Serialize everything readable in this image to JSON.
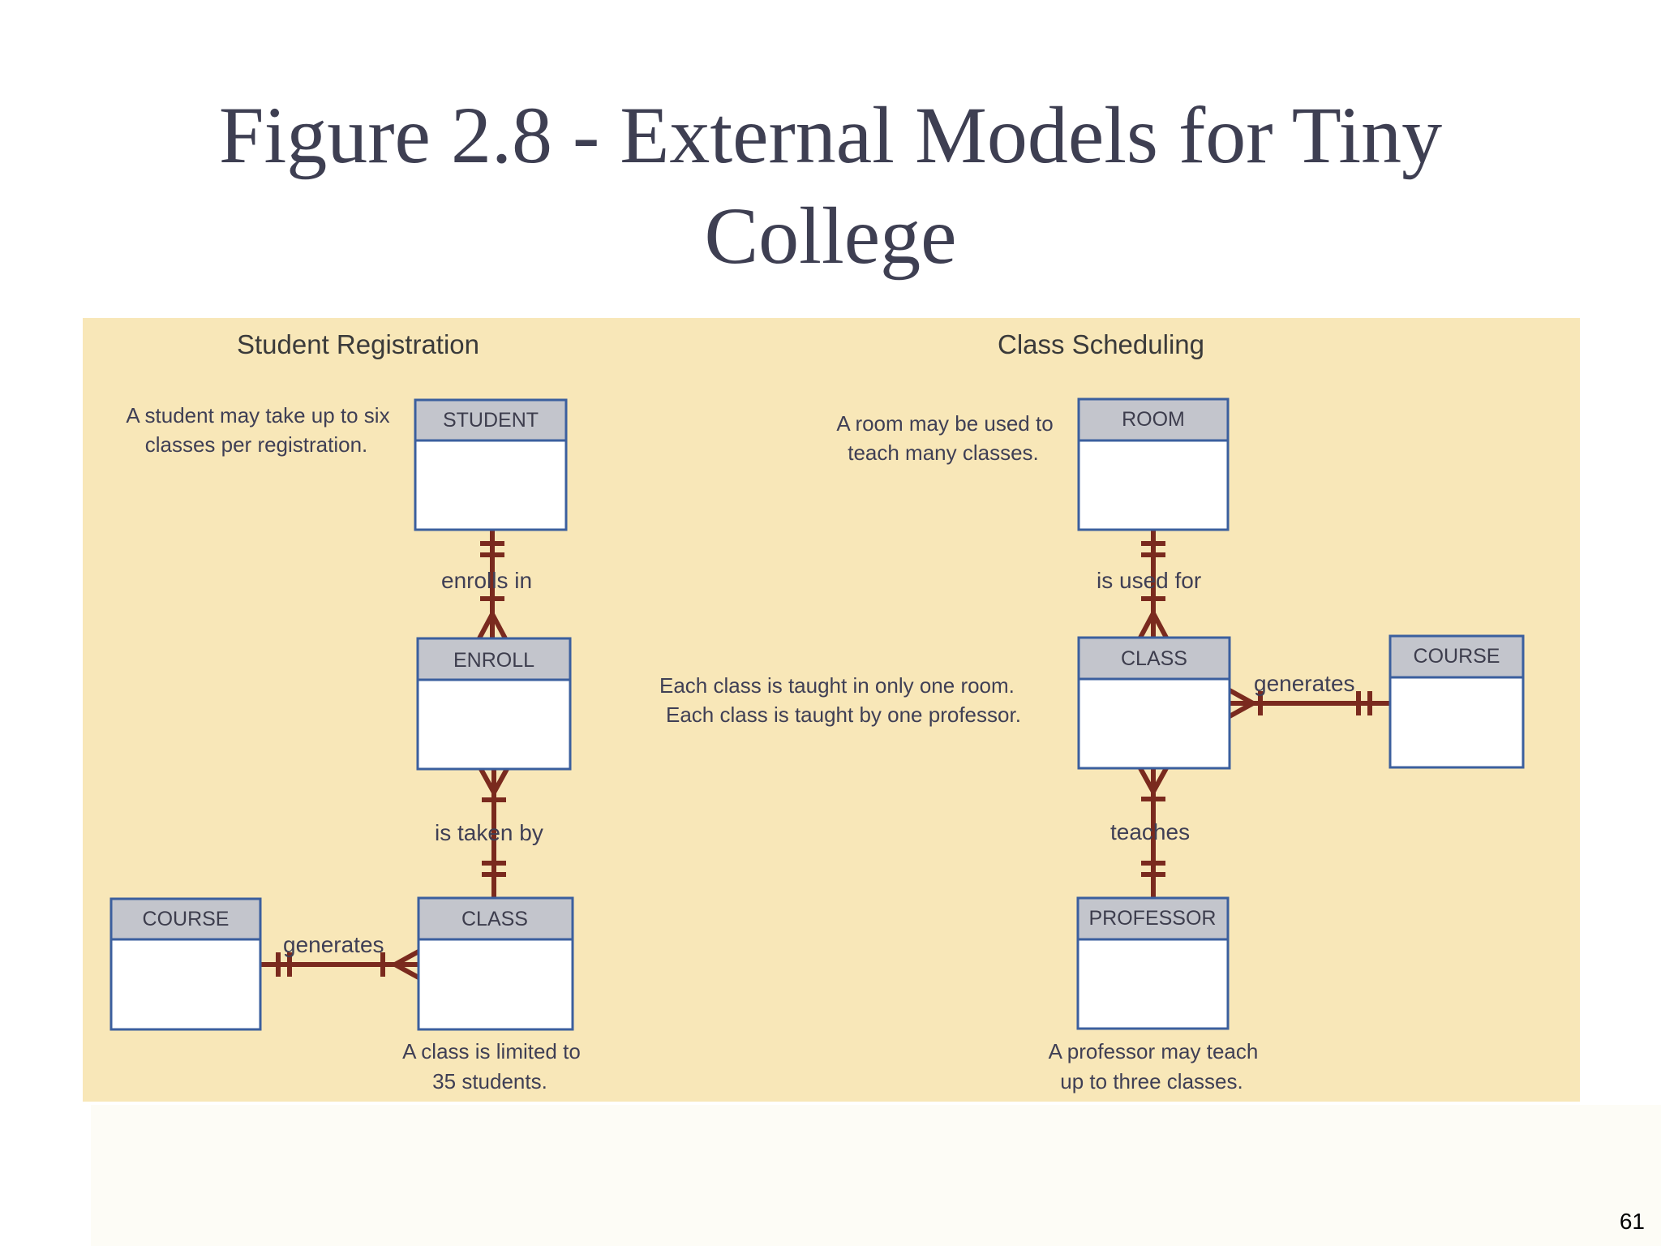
{
  "slide": {
    "title_line1": "Figure 2.8 - External Models for Tiny",
    "title_line2": "College",
    "page_number": "61"
  },
  "diagram": {
    "left_section": {
      "title": "Student Registration",
      "entities": {
        "student": "STUDENT",
        "enroll": "ENROLL",
        "class": "CLASS",
        "course": "COURSE"
      },
      "relationships": {
        "enrolls_in": "enrolls in",
        "is_taken_by": "is taken by",
        "generates": "generates"
      },
      "notes": {
        "student_limit": [
          "A student may take up to six",
          "classes per registration."
        ],
        "class_limit": [
          "A class is limited to",
          "35 students."
        ]
      }
    },
    "right_section": {
      "title": "Class Scheduling",
      "entities": {
        "room": "ROOM",
        "class": "CLASS",
        "course": "COURSE",
        "professor": "PROFESSOR"
      },
      "relationships": {
        "is_used_for": "is used for",
        "teaches": "teaches",
        "generates": "generates"
      },
      "notes": {
        "room_use": [
          "A room may be used to",
          "teach many classes."
        ],
        "class_room": [
          "Each class is taught in only one room.",
          "Each class is taught by one professor."
        ],
        "professor_limit": [
          "A professor may teach",
          "up to three classes."
        ]
      }
    },
    "colors": {
      "background": "#f8e7b8",
      "entity_header": "#c3c5cc",
      "entity_border": "#3b5f9e",
      "connector": "#7a2a1e",
      "title_text": "#3e3f52"
    }
  }
}
